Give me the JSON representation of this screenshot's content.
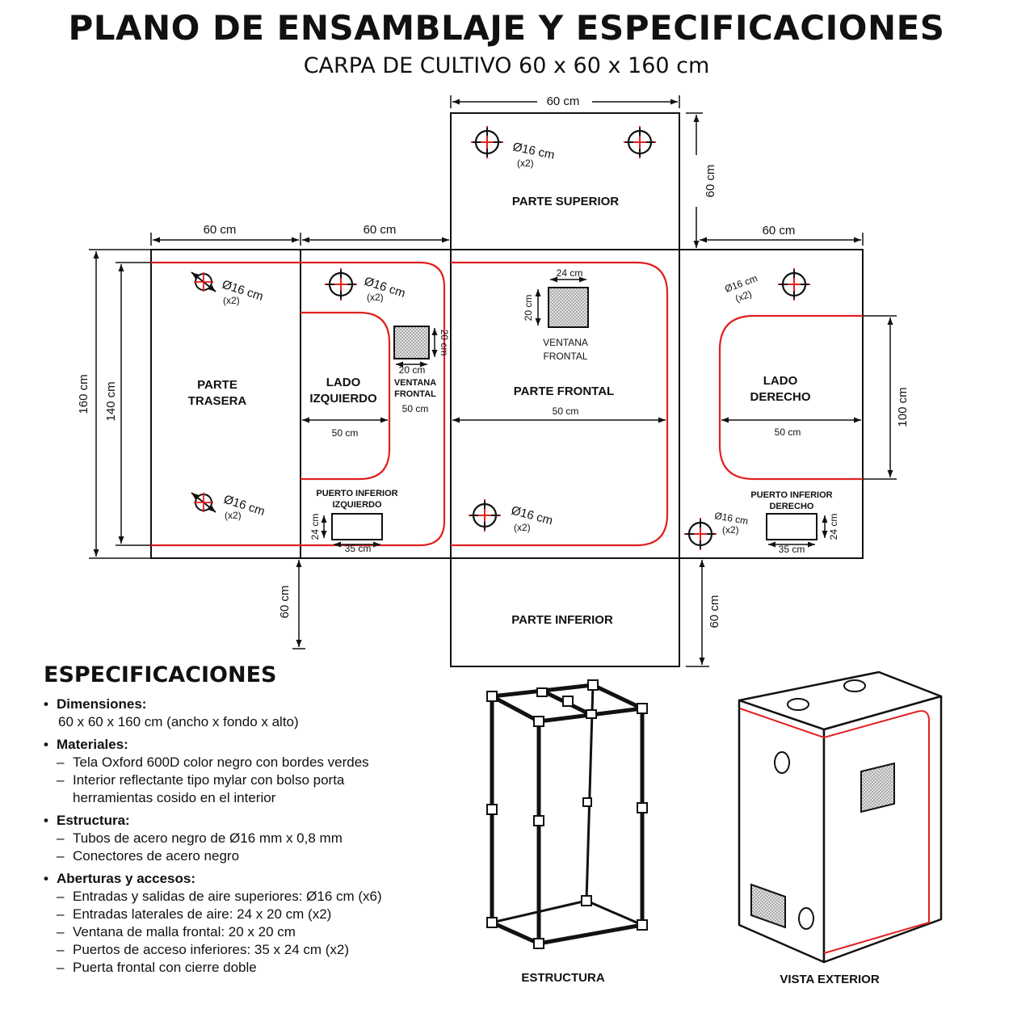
{
  "header": {
    "title": "PLANO DE ENSAMBLAJE Y ESPECIFICACIONES",
    "subtitle": "CARPA DE CULTIVO 60 x 60 x 160 cm"
  },
  "panels": {
    "top": "PARTE SUPERIOR",
    "back": [
      "PARTE",
      "TRASERA"
    ],
    "left": [
      "LADO",
      "IZQUIERDO"
    ],
    "front": "PARTE FRONTAL",
    "right": [
      "LADO",
      "DERECHO"
    ],
    "bottom": "PARTE INFERIOR"
  },
  "dimensions": {
    "d60": "60 cm",
    "d160": "160 cm",
    "d140": "140 cm",
    "d100": "100 cm",
    "d50": "50 cm",
    "d24": "24 cm",
    "d20": "20 cm",
    "d35": "35 cm"
  },
  "vents": {
    "label": "Ø16 cm",
    "count": "(x2)"
  },
  "windows": {
    "front": [
      "VENTANA",
      "FRONTAL"
    ],
    "left": [
      "VENTANA",
      "FRONTAL"
    ]
  },
  "ports": {
    "left": [
      "PUERTO INFERIOR",
      "IZQUIERDO"
    ],
    "right": [
      "PUERTO INFERIOR",
      "DERECHO"
    ]
  },
  "views": {
    "structure": "ESTRUCTURA",
    "exterior": "VISTA EXTERIOR"
  },
  "specs": {
    "title": "ESPECIFICACIONES",
    "groups": [
      {
        "head": "Dimensiones:",
        "line": "60 x 60 x 160 cm (ancho x fondo x alto)"
      },
      {
        "head": "Materiales:",
        "items": [
          "Tela Oxford 600D color negro con bordes verdes",
          "Interior reflectante tipo mylar con bolso porta herramientas cosido en el interior"
        ]
      },
      {
        "head": "Estructura:",
        "items": [
          "Tubos de acero negro de Ø16 mm x 0,8 mm",
          "Conectores de acero negro"
        ]
      },
      {
        "head": "Aberturas y accesos:",
        "items": [
          "Entradas y salidas de aire superiores: Ø16 cm (x6)",
          "Entradas laterales de aire: 24 x 20 cm (x2)",
          "Ventana de malla frontal: 20 x 20 cm",
          "Puertos de acceso inferiores: 35 x 24 cm (x2)",
          "Puerta frontal con cierre doble"
        ]
      }
    ]
  },
  "colors": {
    "ink": "#111111",
    "zipper": "#e02020",
    "mesh": "#bdbdbd"
  }
}
